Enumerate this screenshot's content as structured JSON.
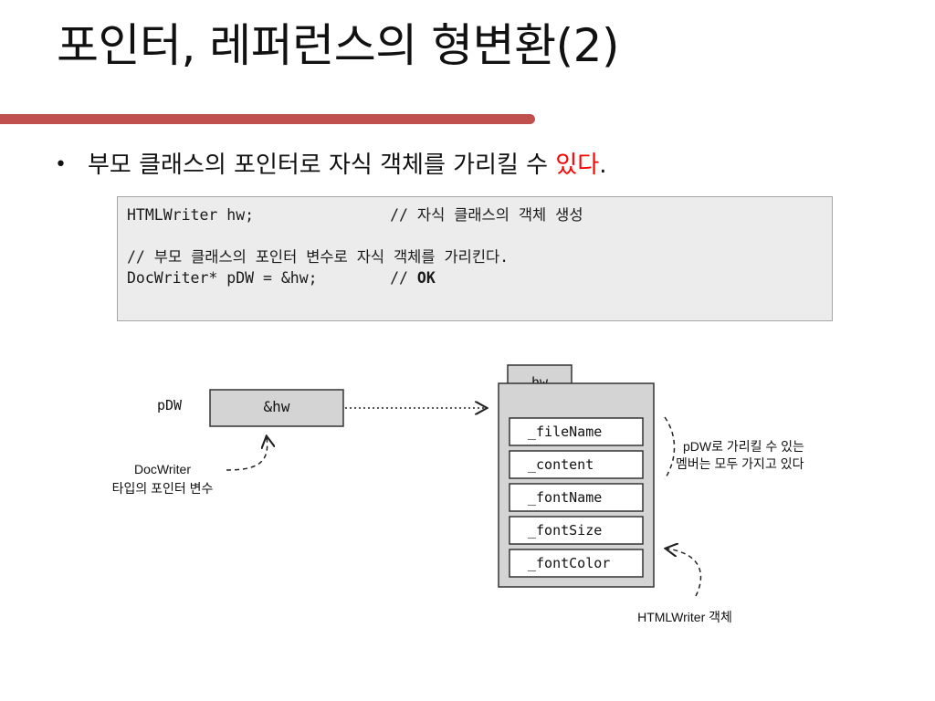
{
  "slide": {
    "title": "포인터, 레퍼런스의 형변환(2)",
    "accent_color": "#c0504d"
  },
  "bullet": {
    "marker": "•",
    "text_before": "부모 클래스의 포인터로 자식 객체를 가리킬 수 ",
    "text_highlight": "있다",
    "text_after": ".",
    "highlight_color": "#ff0000"
  },
  "code": {
    "background": "#ececec",
    "lines": [
      {
        "code": "HTMLWriter hw;",
        "comment": "// 자식 클래스의 객체 생성",
        "keyword": ""
      },
      {
        "code": "",
        "comment": "",
        "keyword": ""
      },
      {
        "code": "",
        "comment": "// 부모 클래스의 포인터 변수로 자식 객체를 가리킨다.",
        "keyword": ""
      },
      {
        "code": "DocWriter* pDW = &hw;",
        "comment": "// ",
        "keyword": "OK"
      }
    ]
  },
  "diagram": {
    "pointer_name": "pDW",
    "pointer_value": "&hw",
    "pointer_caption_line1": "DocWriter",
    "pointer_caption_line2": "타입의 포인터 변수",
    "object_name": "hw",
    "members": [
      "_fileName",
      "_content",
      "_fontName",
      "_fontSize",
      "_fontColor"
    ],
    "members_note_line1": "pDW로 가리킬 수 있는",
    "members_note_line2": "멤버는 모두 가지고 있다",
    "object_caption": "HTMLWriter 객체",
    "box_fill": "#d4d4d4"
  }
}
